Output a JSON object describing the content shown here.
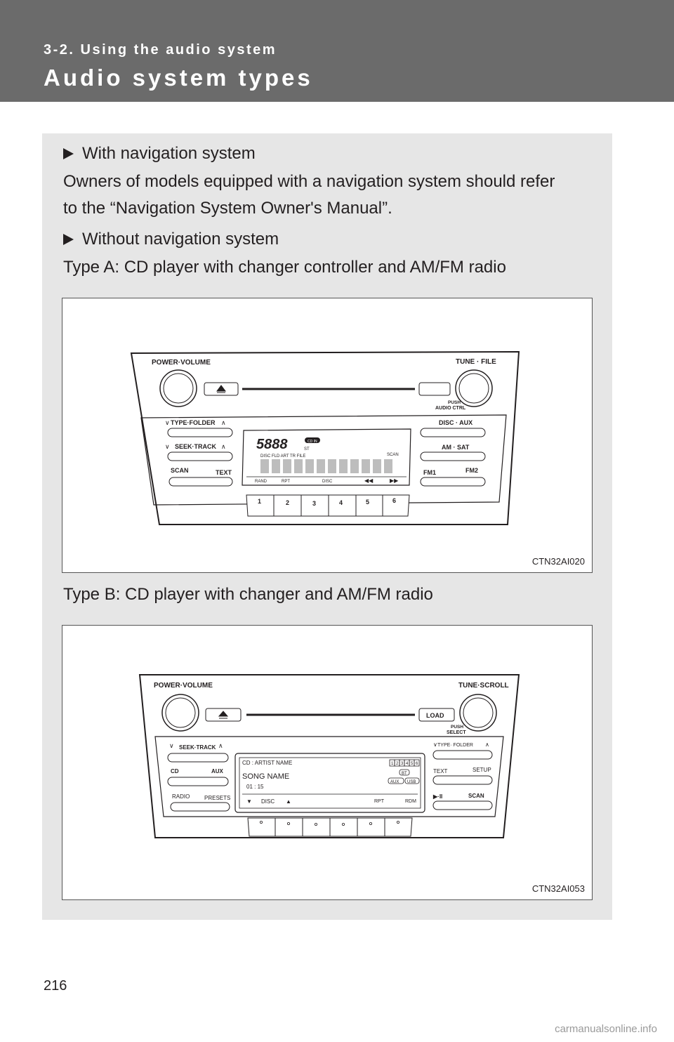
{
  "header": {
    "section": "3-2. Using the audio system",
    "title": "Audio system types"
  },
  "content": {
    "nav_heading": "With navigation system",
    "nav_text_1": "Owners of models equipped with a navigation system should refer",
    "nav_text_2": "to the “Navigation System Owner's Manual”.",
    "nonav_heading": "Without navigation system",
    "type_a_caption": "Type A: CD player with changer controller and AM/FM radio",
    "type_b_caption": "Type B: CD player with changer and AM/FM radio"
  },
  "figure_a": {
    "code": "CTN32AI020",
    "labels": {
      "power_volume": "POWER·VOLUME",
      "tune_file": "TUNE · FILE",
      "push": "PUSH",
      "audio_ctrl": "AUDIO CTRL",
      "type_folder": "TYPE·FOLDER",
      "seek_track": "SEEK·TRACK",
      "scan": "SCAN",
      "text": "TEXT",
      "disc_aux": "DISC · AUX",
      "am_sat": "AM · SAT",
      "fm1": "FM1",
      "fm2": "FM2",
      "cd_in": "CD IN",
      "st": "ST",
      "disp_scan": "SCAN",
      "disp_info": "DISC      FLD  ART  TR  FILE",
      "rand": "RAND",
      "rpt": "RPT",
      "disc": "DISC",
      "p1": "1",
      "p2": "2",
      "p3": "3",
      "p4": "4",
      "p5": "5",
      "p6": "6"
    }
  },
  "figure_b": {
    "code": "CTN32AI053",
    "labels": {
      "power_volume": "POWER·VOLUME",
      "tune_scroll": "TUNE·SCROLL",
      "load": "LOAD",
      "push": "PUSH",
      "select": "SELECT",
      "seek_track": "SEEK·TRACK",
      "type_folder": "TYPE· FOLDER",
      "cd": "CD",
      "aux": "AUX",
      "radio": "RADIO",
      "presets": "PRESETS",
      "text": "TEXT",
      "setup": "SETUP",
      "play_pause": "▶·II",
      "scan": "SCAN",
      "disp_cd": "CD :    ARTIST NAME",
      "song_name": "SONG NAME",
      "time": "01 : 15",
      "disc": "DISC",
      "rpt": "RPT",
      "rdm": "RDM",
      "ind_1": "1",
      "ind_2": "2",
      "ind_3": "3",
      "ind_4": "4",
      "ind_5": "5",
      "ind_6": "6",
      "bt": "BT",
      "ind_aux": "AUX",
      "usb": "USB"
    }
  },
  "footer": {
    "page_number": "216",
    "watermark": "carmanualsonline.info"
  }
}
